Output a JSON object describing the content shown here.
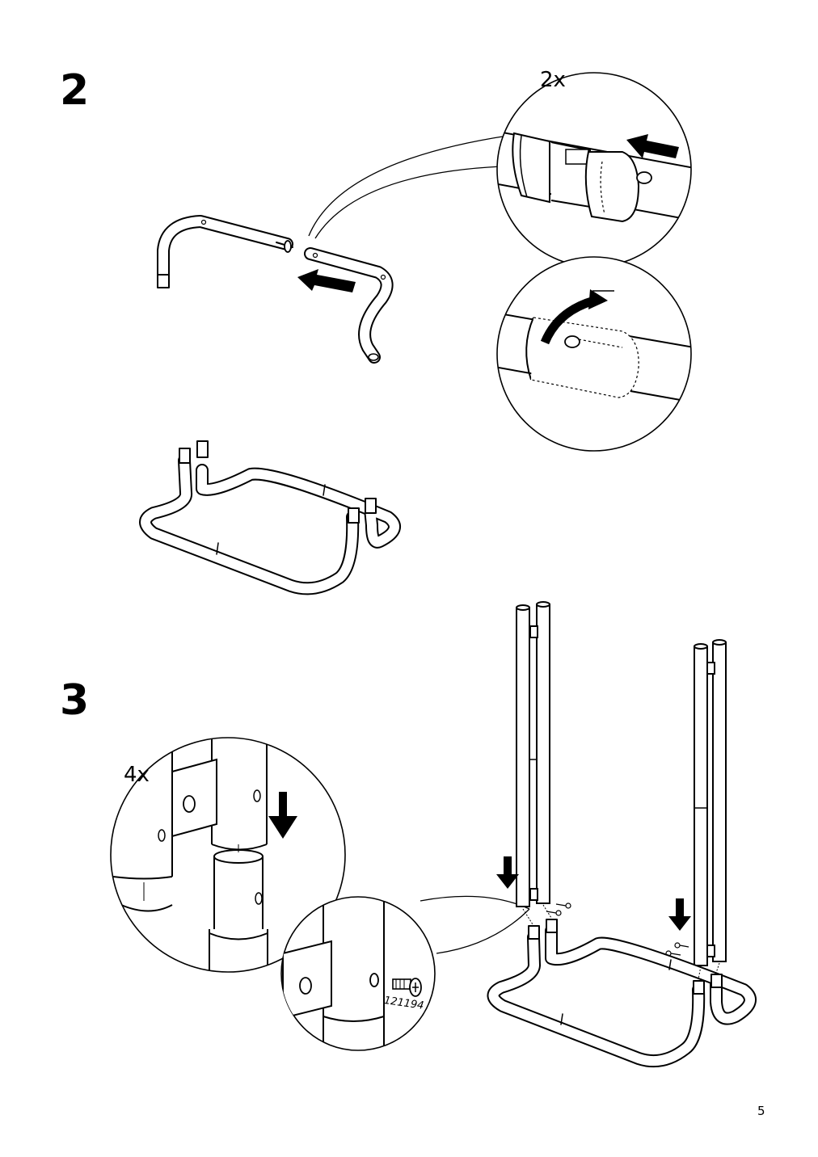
{
  "steps": [
    {
      "number": "2",
      "quantity": "2x"
    },
    {
      "number": "3",
      "quantity": "4x",
      "part_number": "121194"
    }
  ],
  "page_number": "5"
}
